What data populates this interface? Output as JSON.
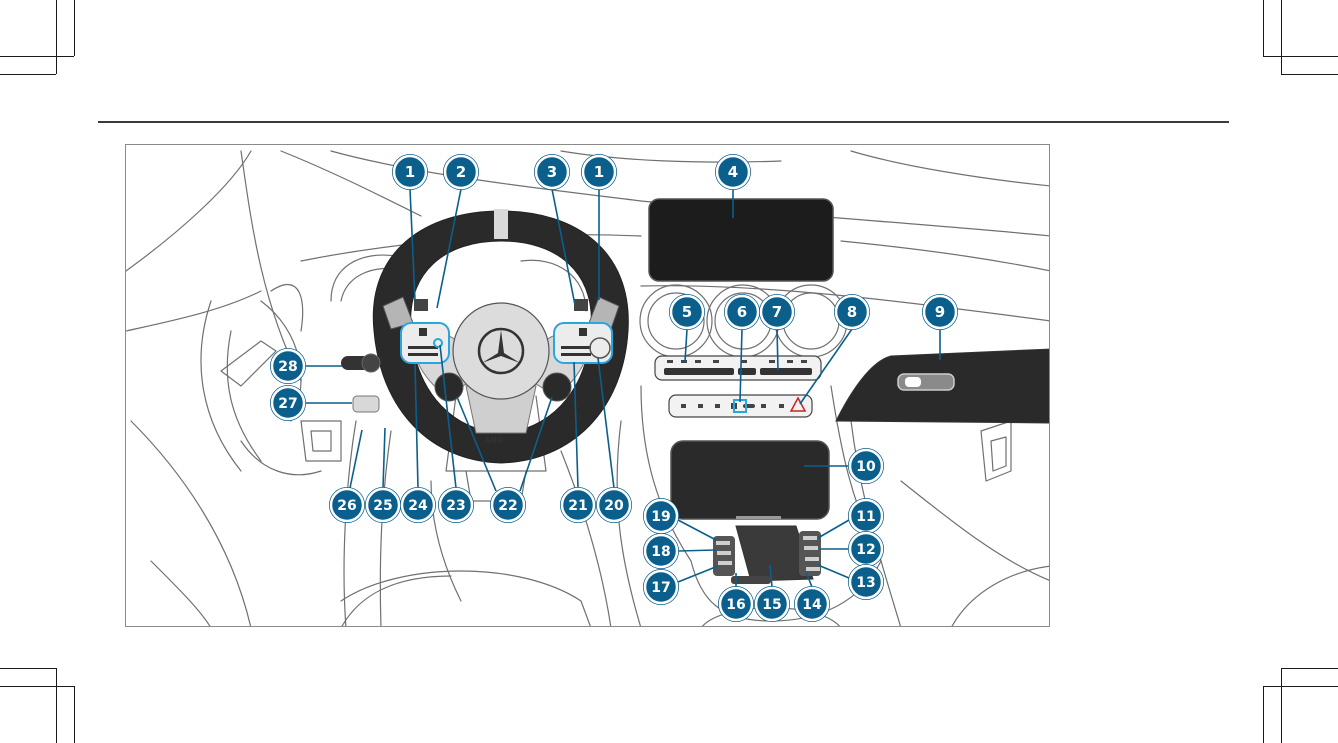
{
  "colors": {
    "callout_fill": "#0b5f8c",
    "callout_ring": "#ffffff",
    "callout_text": "#ffffff",
    "leader_line": "#0b5f8c",
    "highlight": "#2aa6de",
    "line_art": "#6a6a6a",
    "screen": "#1c1c1c"
  },
  "callouts": [
    {
      "id": "c1a",
      "label": "1"
    },
    {
      "id": "c2",
      "label": "2"
    },
    {
      "id": "c3",
      "label": "3"
    },
    {
      "id": "c1b",
      "label": "1"
    },
    {
      "id": "c4",
      "label": "4"
    },
    {
      "id": "c5",
      "label": "5"
    },
    {
      "id": "c6",
      "label": "6"
    },
    {
      "id": "c7",
      "label": "7"
    },
    {
      "id": "c8",
      "label": "8"
    },
    {
      "id": "c9",
      "label": "9"
    },
    {
      "id": "c10",
      "label": "10"
    },
    {
      "id": "c11",
      "label": "11"
    },
    {
      "id": "c12",
      "label": "12"
    },
    {
      "id": "c13",
      "label": "13"
    },
    {
      "id": "c14",
      "label": "14"
    },
    {
      "id": "c15",
      "label": "15"
    },
    {
      "id": "c16",
      "label": "16"
    },
    {
      "id": "c17",
      "label": "17"
    },
    {
      "id": "c18",
      "label": "18"
    },
    {
      "id": "c19",
      "label": "19"
    },
    {
      "id": "c20",
      "label": "20"
    },
    {
      "id": "c21",
      "label": "21"
    },
    {
      "id": "c22",
      "label": "22"
    },
    {
      "id": "c23",
      "label": "23"
    },
    {
      "id": "c24",
      "label": "24"
    },
    {
      "id": "c25",
      "label": "25"
    },
    {
      "id": "c26",
      "label": "26"
    },
    {
      "id": "c27",
      "label": "27"
    },
    {
      "id": "c28",
      "label": "28"
    }
  ],
  "steering_wheel_badge": "AMG"
}
